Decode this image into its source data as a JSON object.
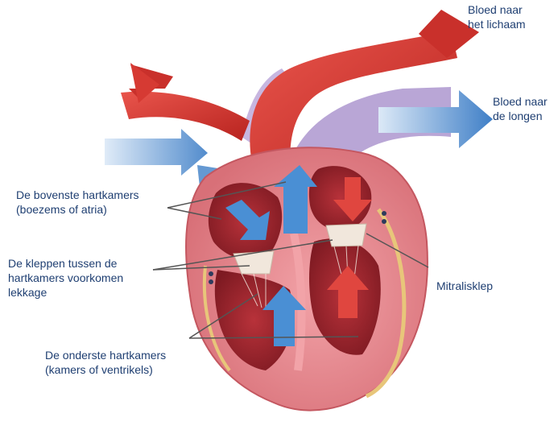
{
  "labels": {
    "to_body": [
      "Bloed naar",
      "het lichaam"
    ],
    "to_lungs": [
      "Bloed naar",
      "de longen"
    ],
    "atria": [
      "De bovenste hartkamers",
      "(boezems of atria)"
    ],
    "valves": [
      "De kleppen tussen de",
      "hartkamers voorkomen",
      "lekkage"
    ],
    "ventricles": [
      "De onderste hartkamers",
      "(kamers of ventrikels)"
    ],
    "mitral": "Mitralisklep"
  },
  "colors": {
    "oxygenated": "#d93a33",
    "deoxygenated": "#4a8fd4",
    "muscle": "#e38a8f",
    "label_text": "#1f3f72",
    "pointer_line": "#555555",
    "pulmonary": "#b9a6d6"
  }
}
